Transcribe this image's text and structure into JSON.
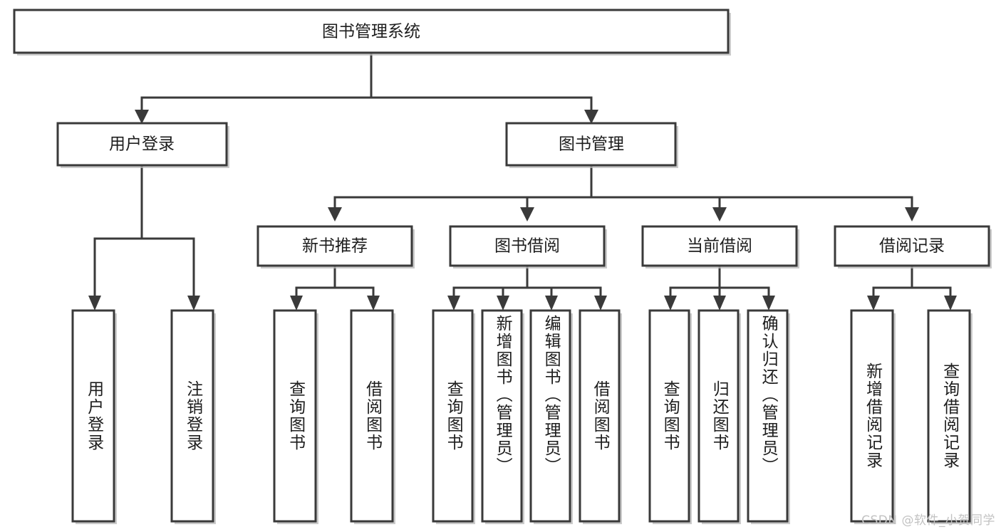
{
  "diagram": {
    "type": "tree-hierarchy",
    "title": "图书管理系统",
    "orientation": "top-down",
    "watermark": "CSDN @软件_小贺同学",
    "colors": {
      "stroke": "#3a3a3a",
      "fill": "#ffffff",
      "text": "#1d1d1d",
      "shadow": "#b9b9b9",
      "watermark": "#c2c2c2",
      "background": "#ffffff"
    },
    "root": {
      "id": "root",
      "label": "图书管理系统"
    },
    "level2": [
      {
        "id": "user-login",
        "label": "用户登录"
      },
      {
        "id": "book-manage",
        "label": "图书管理"
      }
    ],
    "level3": [
      {
        "id": "new-book-rec",
        "label": "新书推荐",
        "parent": "book-manage"
      },
      {
        "id": "book-borrow",
        "label": "图书借阅",
        "parent": "book-manage"
      },
      {
        "id": "current-borrow",
        "label": "当前借阅",
        "parent": "book-manage"
      },
      {
        "id": "borrow-record",
        "label": "借阅记录",
        "parent": "book-manage"
      }
    ],
    "leaves": {
      "user-login": [
        {
          "id": "leaf-user-login",
          "label": "用户登录"
        },
        {
          "id": "leaf-logout",
          "label": "注销登录"
        }
      ],
      "new-book-rec": [
        {
          "id": "leaf-query-book-1",
          "label": "查询图书"
        },
        {
          "id": "leaf-borrow-book-1",
          "label": "借阅图书"
        }
      ],
      "book-borrow": [
        {
          "id": "leaf-query-book-2",
          "label": "查询图书"
        },
        {
          "id": "leaf-add-book",
          "label": "新增图书（管理员）"
        },
        {
          "id": "leaf-edit-book",
          "label": "编辑图书（管理员）"
        },
        {
          "id": "leaf-borrow-book-2",
          "label": "借阅图书"
        }
      ],
      "current-borrow": [
        {
          "id": "leaf-query-book-3",
          "label": "查询图书"
        },
        {
          "id": "leaf-return-book",
          "label": "归还图书"
        },
        {
          "id": "leaf-confirm-return",
          "label": "确认归还（管理员）"
        }
      ],
      "borrow-record": [
        {
          "id": "leaf-add-record",
          "label": "新增借阅记录"
        },
        {
          "id": "leaf-query-record",
          "label": "查询借阅记录"
        }
      ]
    }
  }
}
